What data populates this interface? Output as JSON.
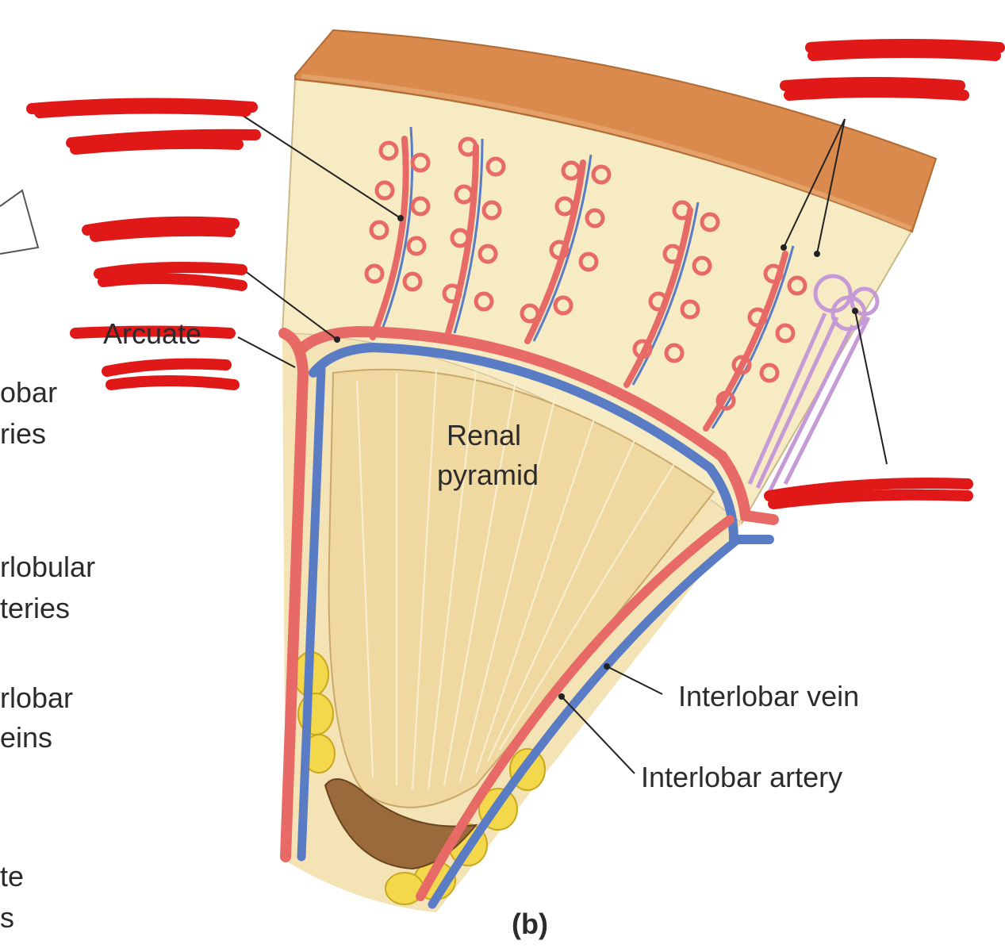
{
  "colors": {
    "capsule": "#d98a4c",
    "cortex": "#f7ebc4",
    "pyramid": "#f0d9a0",
    "artery": "#e86a66",
    "vein": "#5a7cc4",
    "nephron": "#c69ad6",
    "fat": "#f2d84a",
    "redaction": "#e01818"
  },
  "left_labels": {
    "l1_line1": "obar",
    "l1_line2": "ries",
    "l2_line1": "rlobular",
    "l2_line2": "teries",
    "l3_line1": "rlobar",
    "l3_line2": "eins",
    "l4_line1": "te",
    "l4_line2": "s"
  },
  "diagram": {
    "pyramid_line1": "Renal",
    "pyramid_line2": "pyramid",
    "interlobar_vein": "Interlobar vein",
    "interlobar_artery": "Interlobar artery",
    "arcuate_vein_partial": "Arcuate",
    "figure_label": "(b)"
  }
}
